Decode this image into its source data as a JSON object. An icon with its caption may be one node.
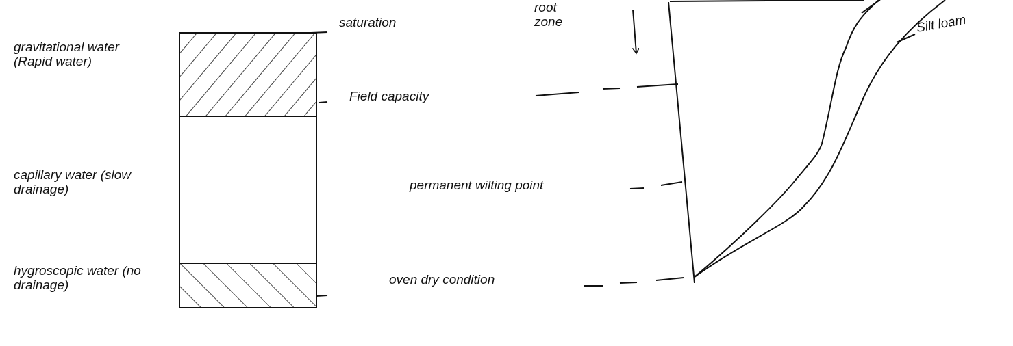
{
  "diagram": {
    "nodes": [
      {
        "text": [
          "gravitational water (Rapid water)"
        ]
      },
      {
        "text": [
          "capillary water (slow drainage)"
        ]
      },
      {
        "text": [
          "hygroscopic water (no drainage)"
        ]
      },
      {
        "text": [
          "Silt loam"
        ]
      },
      {
        "text": [],
        "shape": "curve"
      }
    ],
    "edges": [
      {
        "from": 3,
        "to": 4,
        "arrow": "none"
      }
    ],
    "labels": [
      "root zone",
      "saturation",
      "Field capacity",
      "permanent wilting point",
      "oven dry condition"
    ]
  }
}
